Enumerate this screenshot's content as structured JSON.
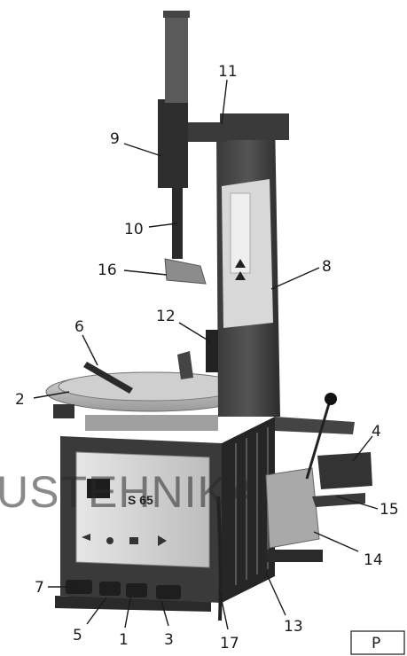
{
  "figure": {
    "callouts": [
      {
        "id": "c1",
        "label": "1"
      },
      {
        "id": "c2",
        "label": "2"
      },
      {
        "id": "c3",
        "label": "3"
      },
      {
        "id": "c4",
        "label": "4"
      },
      {
        "id": "c5",
        "label": "5"
      },
      {
        "id": "c6",
        "label": "6"
      },
      {
        "id": "c7",
        "label": "7"
      },
      {
        "id": "c8",
        "label": "8"
      },
      {
        "id": "c9",
        "label": "9"
      },
      {
        "id": "c10",
        "label": "10"
      },
      {
        "id": "c11",
        "label": "11"
      },
      {
        "id": "c12",
        "label": "12"
      },
      {
        "id": "c13",
        "label": "13"
      },
      {
        "id": "c14",
        "label": "14"
      },
      {
        "id": "c15",
        "label": "15"
      },
      {
        "id": "c16",
        "label": "16"
      },
      {
        "id": "c17",
        "label": "17"
      }
    ],
    "watermark": "USTEHNIKA",
    "machine_badge": "S 65",
    "page_marker": "P"
  }
}
